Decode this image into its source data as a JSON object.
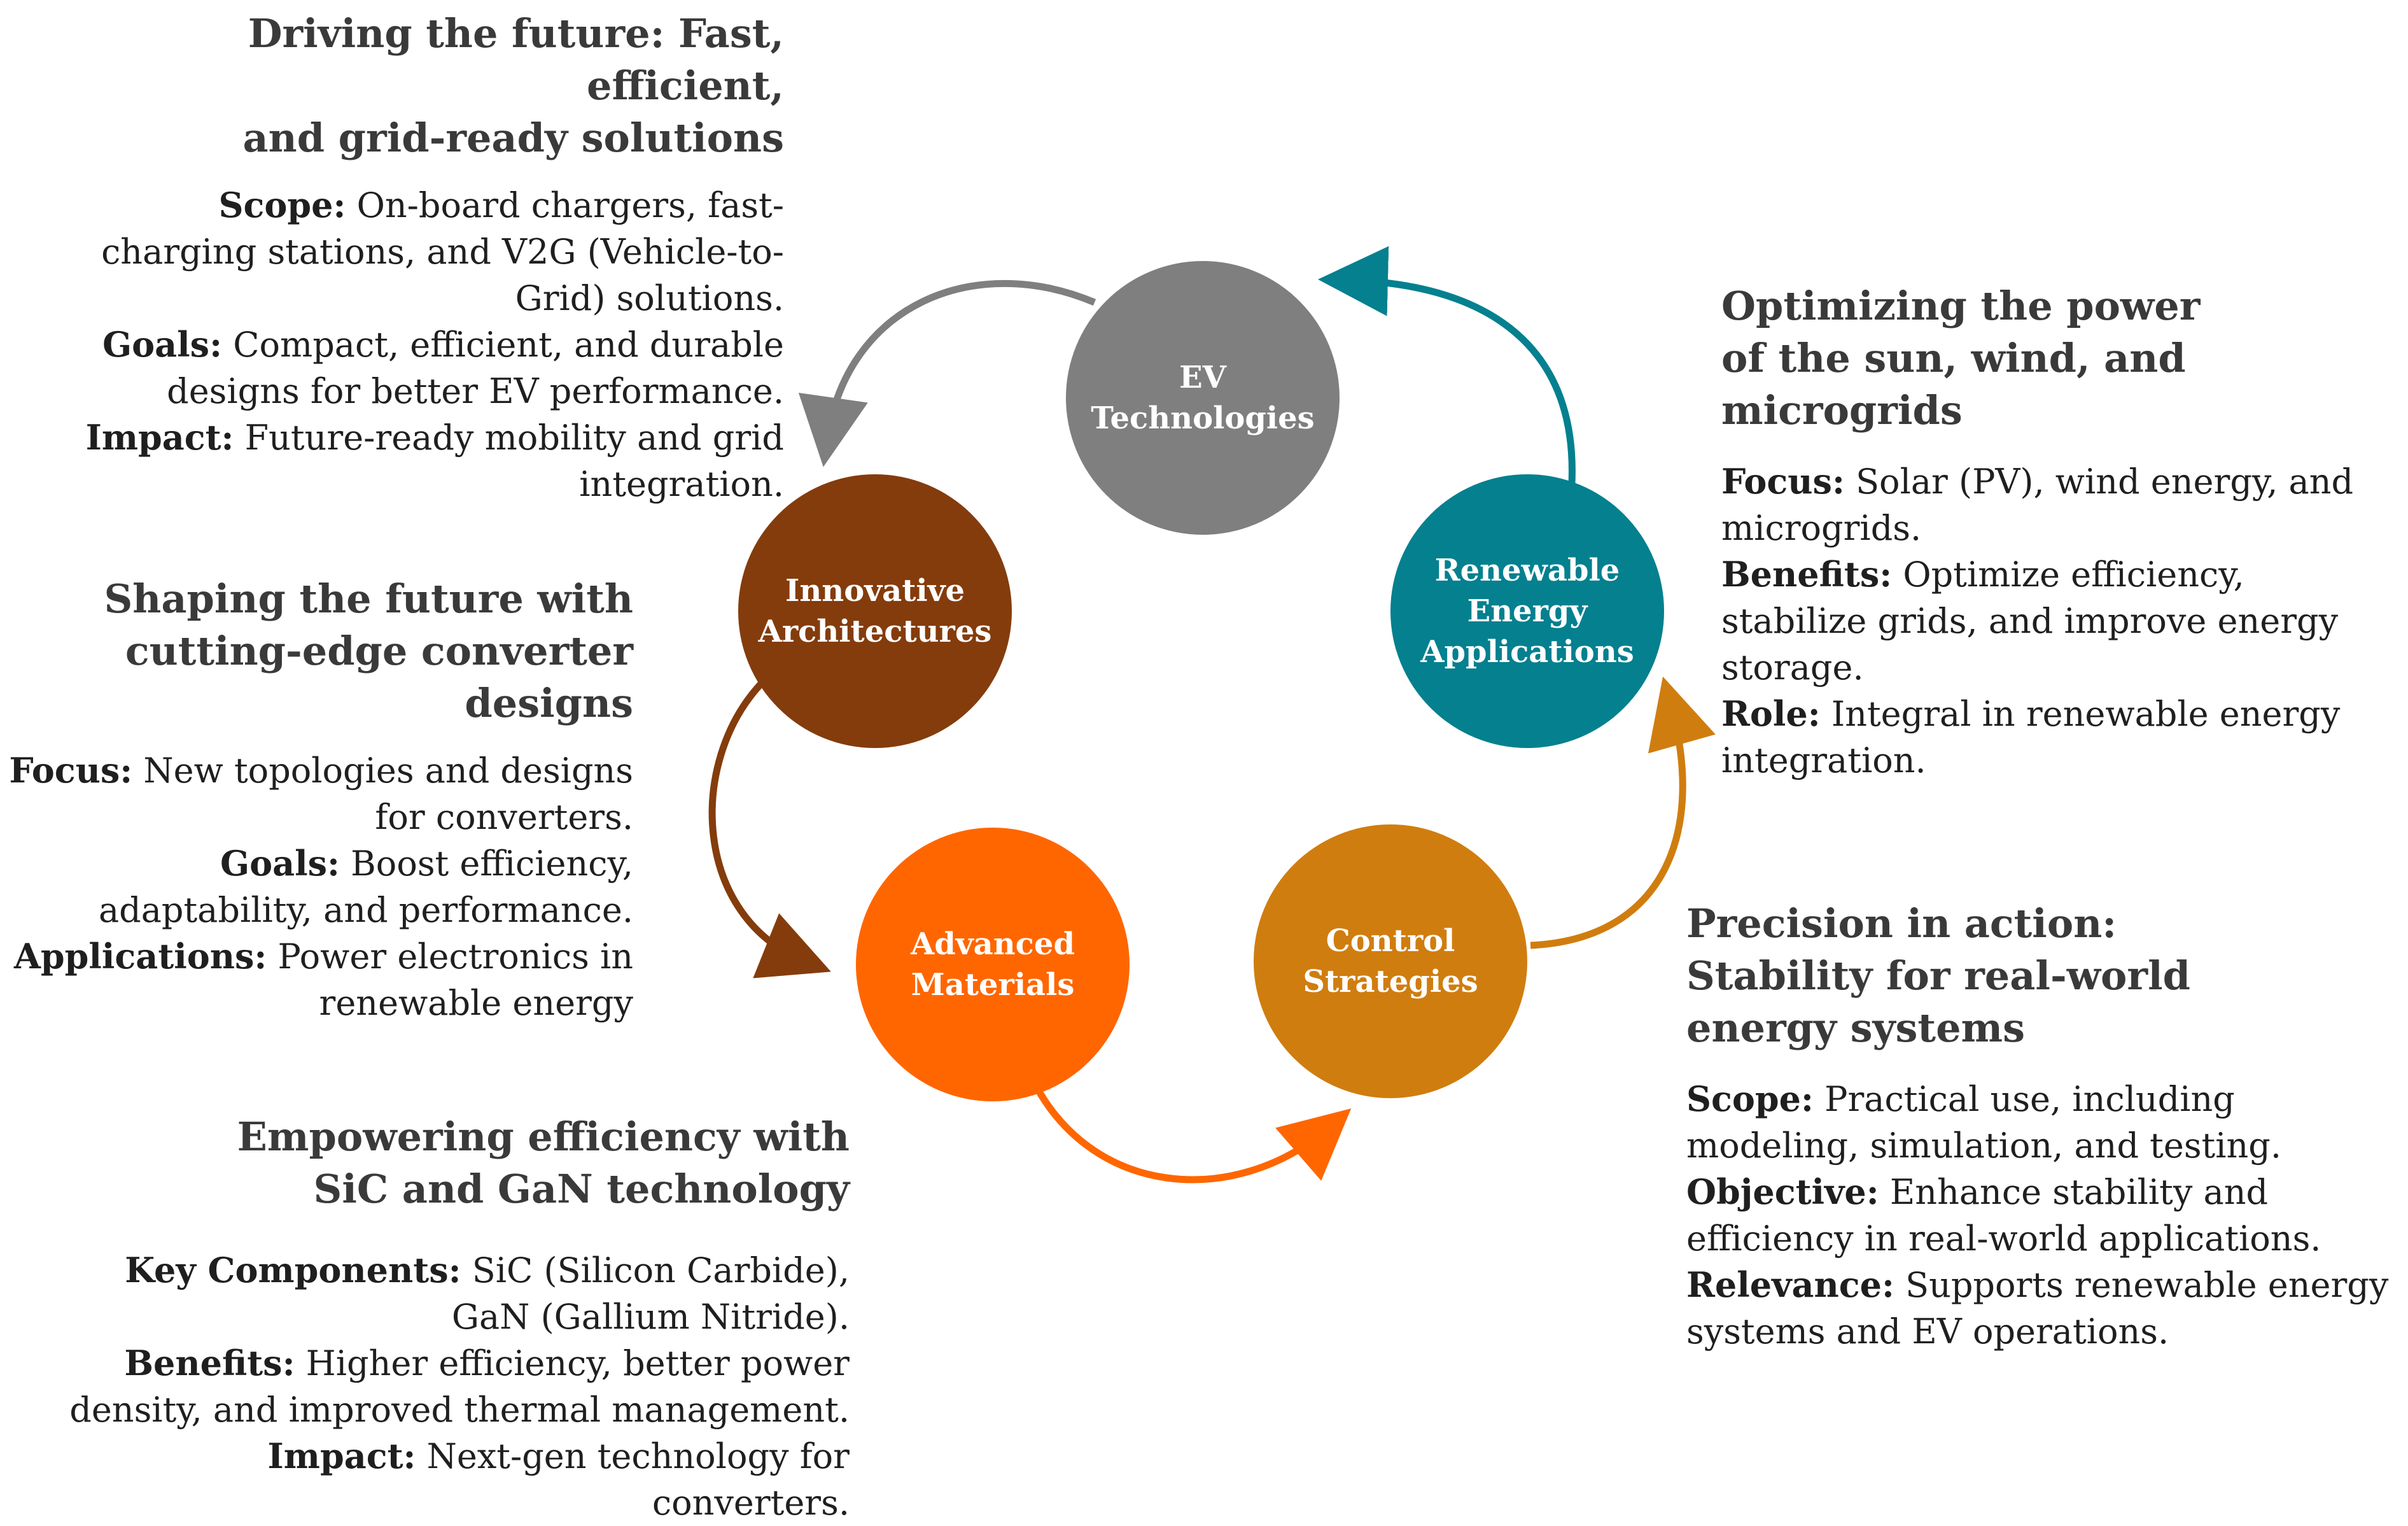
{
  "colors": {
    "ev": "#7f7f7f",
    "innovative": "#843c0c",
    "renewable": "#04808f",
    "advanced": "#ff6600",
    "control": "#d07d0f",
    "heading_text": "#3a3a3a"
  },
  "nodes": {
    "ev": {
      "label": "EV\nTechnologies"
    },
    "innovative": {
      "label": "Innovative\nArchitectures"
    },
    "renewable": {
      "label": "Renewable\nEnergy\nApplications"
    },
    "advanced": {
      "label": "Advanced\nMaterials"
    },
    "control": {
      "label": "Control\nStrategies"
    }
  },
  "panels": {
    "ev": {
      "heading": "Driving the future: Fast, efficient,\nand grid-ready solutions",
      "items": [
        {
          "key": "Scope:",
          "text": "On-board chargers, fast-charging stations, and V2G (Vehicle-to-Grid) solutions."
        },
        {
          "key": "Goals:",
          "text": "Compact, efficient, and durable designs for better EV performance."
        },
        {
          "key": "Impact:",
          "text": "Future-ready mobility and grid integration."
        }
      ]
    },
    "renewable": {
      "heading": "Optimizing the power\nof the sun, wind, and\nmicrogrids",
      "items": [
        {
          "key": "Focus:",
          "text": "Solar (PV), wind energy, and microgrids."
        },
        {
          "key": "Benefits:",
          "text": "Optimize efficiency, stabilize grids, and improve energy storage."
        },
        {
          "key": "Role:",
          "text": "Integral in renewable energy integration."
        }
      ]
    },
    "innovative": {
      "heading": "Shaping the future with\ncutting-edge converter designs",
      "items": [
        {
          "key": "Focus:",
          "text": "New topologies and designs for converters."
        },
        {
          "key": "Goals:",
          "text": "Boost efficiency, adaptability, and performance."
        },
        {
          "key": "Applications:",
          "text": "Power electronics in renewable energy"
        }
      ]
    },
    "control": {
      "heading": "Precision in action:\nStability for real-world\nenergy systems",
      "items": [
        {
          "key": "Scope:",
          "text": "Practical use, including modeling, simulation, and testing."
        },
        {
          "key": "Objective:",
          "text": "Enhance stability and efficiency in real-world applications."
        },
        {
          "key": "Relevance:",
          "text": "Supports renewable energy systems and EV operations."
        }
      ]
    },
    "advanced": {
      "heading": "Empowering efficiency with\nSiC and GaN technology",
      "items": [
        {
          "key": "Key Components:",
          "text": "SiC (Silicon Carbide), GaN (Gallium Nitride)."
        },
        {
          "key": "Benefits:",
          "text": "Higher efficiency, better power density, and improved thermal management."
        },
        {
          "key": "Impact:",
          "text": "Next-gen technology for converters."
        }
      ]
    }
  }
}
